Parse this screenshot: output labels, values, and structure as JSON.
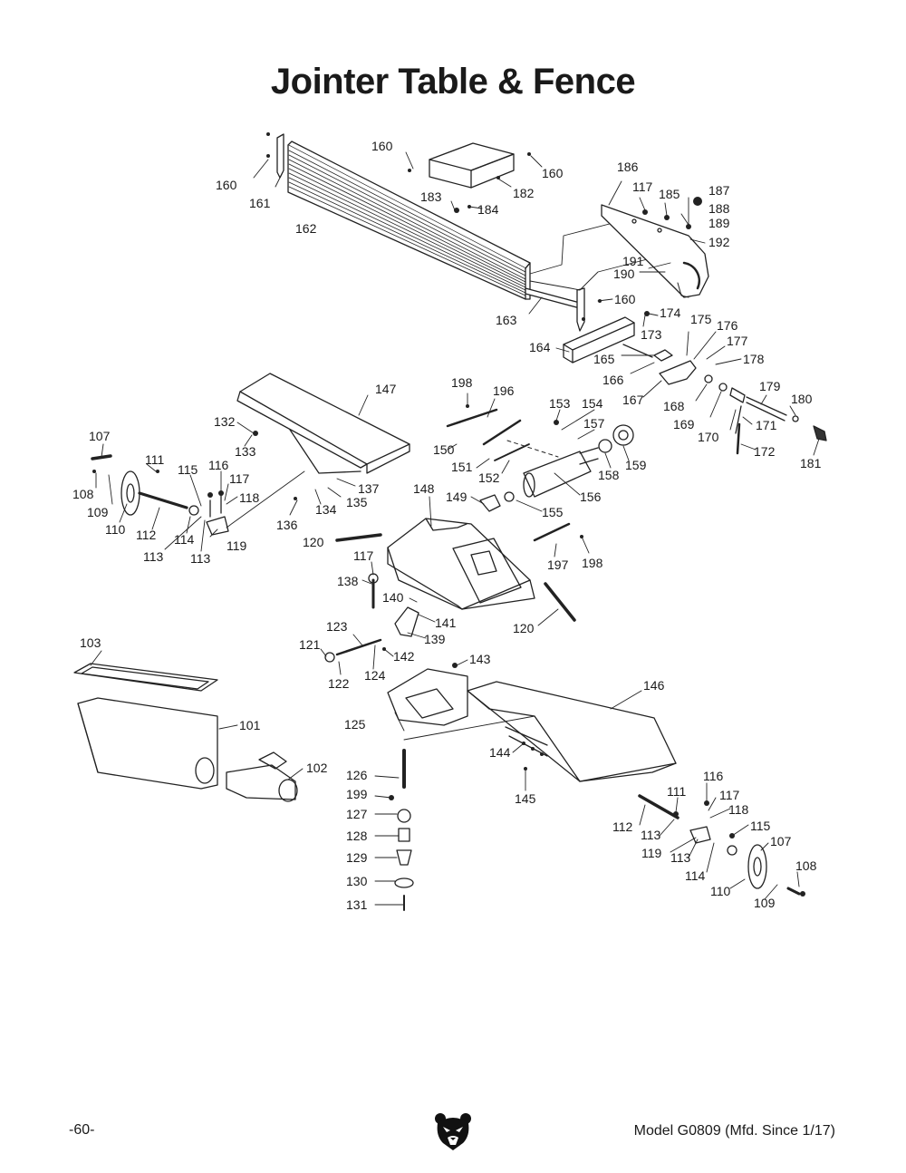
{
  "page": {
    "title": "Jointer Table & Fence",
    "page_number": "-60-",
    "model": "Model G0809 (Mfd. Since 1/17)"
  },
  "labels": {
    "p101": "101",
    "p102": "102",
    "p103": "103",
    "p107a": "107",
    "p107b": "107",
    "p108a": "108",
    "p108b": "108",
    "p109a": "109",
    "p109b": "109",
    "p110a": "110",
    "p110b": "110",
    "p111a": "111",
    "p111b": "111",
    "p112a": "112",
    "p112b": "112",
    "p113a": "113",
    "p113b": "113",
    "p113c": "113",
    "p113d": "113",
    "p114a": "114",
    "p114b": "114",
    "p115a": "115",
    "p115b": "115",
    "p116a": "116",
    "p116b": "116",
    "p117a": "117",
    "p117b": "117",
    "p117c": "117",
    "p117d": "117",
    "p118a": "118",
    "p118b": "118",
    "p119a": "119",
    "p119b": "119",
    "p120a": "120",
    "p120b": "120",
    "p121": "121",
    "p122": "122",
    "p123": "123",
    "p124": "124",
    "p125": "125",
    "p126": "126",
    "p127": "127",
    "p128": "128",
    "p129": "129",
    "p130": "130",
    "p131": "131",
    "p132": "132",
    "p133": "133",
    "p134": "134",
    "p135": "135",
    "p136": "136",
    "p137": "137",
    "p138": "138",
    "p139": "139",
    "p140": "140",
    "p141": "141",
    "p142": "142",
    "p143": "143",
    "p144": "144",
    "p145": "145",
    "p146": "146",
    "p147": "147",
    "p148": "148",
    "p149": "149",
    "p150": "150",
    "p151": "151",
    "p152": "152",
    "p153": "153",
    "p154": "154",
    "p155": "155",
    "p156": "156",
    "p157": "157",
    "p158": "158",
    "p159": "159",
    "p160a": "160",
    "p160b": "160",
    "p160c": "160",
    "p160d": "160",
    "p161": "161",
    "p162": "162",
    "p163": "163",
    "p164": "164",
    "p165": "165",
    "p166": "166",
    "p167": "167",
    "p168": "168",
    "p169": "169",
    "p170": "170",
    "p171": "171",
    "p172": "172",
    "p173": "173",
    "p174": "174",
    "p175": "175",
    "p176": "176",
    "p177": "177",
    "p178": "178",
    "p179": "179",
    "p180": "180",
    "p181": "181",
    "p182": "182",
    "p183": "183",
    "p184": "184",
    "p185": "185",
    "p186": "186",
    "p187": "187",
    "p188": "188",
    "p189": "189",
    "p190": "190",
    "p191": "191",
    "p192": "192",
    "p196": "196",
    "p197": "197",
    "p198a": "198",
    "p198b": "198",
    "p199": "199"
  },
  "logo": {
    "icon": "bear-head-logo"
  }
}
